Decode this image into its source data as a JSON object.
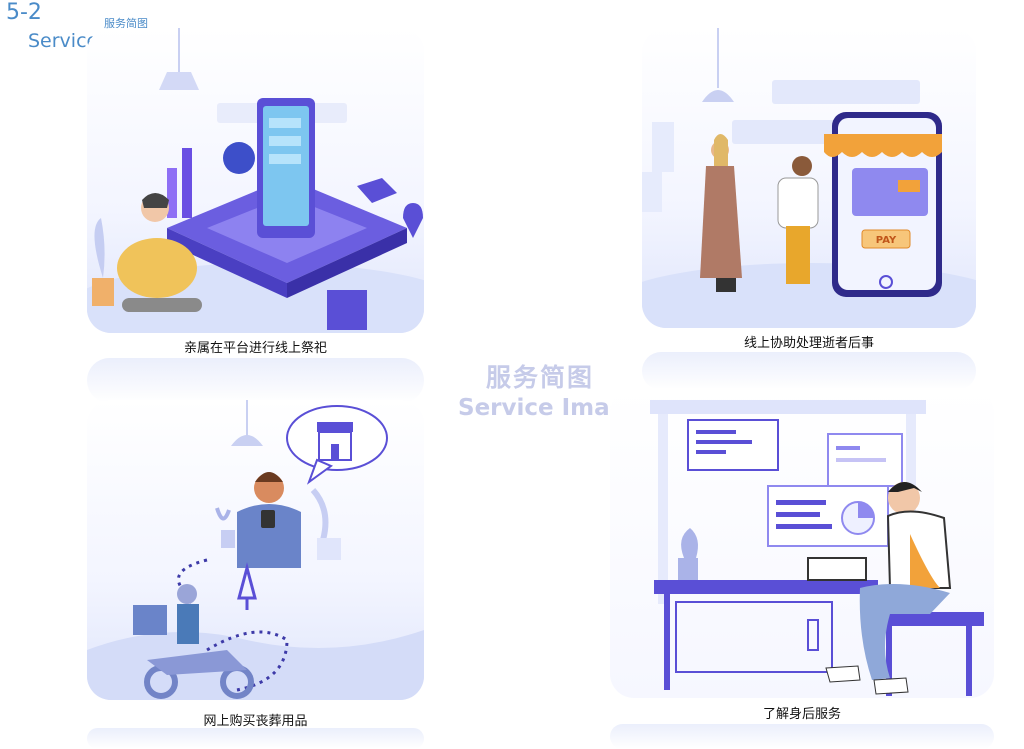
{
  "header": {
    "section_number": "5-2",
    "title_cn": "服务简图",
    "title_en": "Service Image"
  },
  "watermark": {
    "text_cn": "服务简图",
    "text_en": "Service Image"
  },
  "cards": [
    {
      "caption": "亲属在平台进行线上祭祀",
      "illustration": "online-memorial-illustration"
    },
    {
      "caption": "线上协助处理逝者后事",
      "illustration": "funeral-assist-illustration",
      "pay_label": "PAY"
    },
    {
      "caption": "网上购买丧葬用品",
      "illustration": "online-shopping-illustration"
    },
    {
      "caption": "了解身后服务",
      "illustration": "learn-services-illustration"
    }
  ],
  "colors": {
    "accent": "#4a8bc8",
    "illustration_primary": "#5a4fd6",
    "illustration_light": "#dfe5fb"
  }
}
